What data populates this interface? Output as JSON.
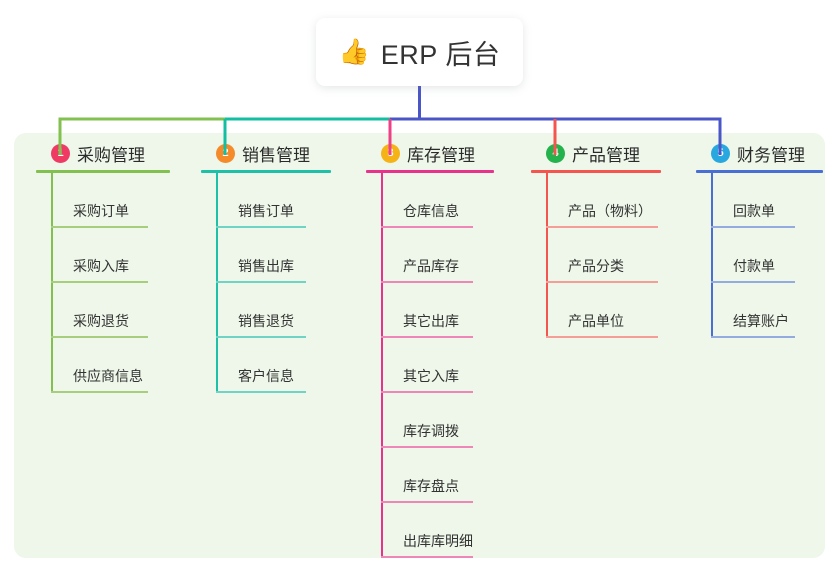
{
  "diagram": {
    "type": "mind-map",
    "title": "ERP 后台",
    "root": {
      "emoji": "👍",
      "emoji_name": "thumbs-up-emoji",
      "label": "ERP 后台"
    },
    "panel_background": "#eef7e9",
    "columns": [
      {
        "number": "1",
        "label": "采购管理",
        "badge_color": "#ef3b63",
        "line_color": "#82c04f",
        "child_line_color": "#a7ce7d",
        "connector_color": "#82c04f",
        "children": [
          "采购订单",
          "采购入库",
          "采购退货",
          "供应商信息"
        ]
      },
      {
        "number": "2",
        "label": "销售管理",
        "badge_color": "#f58a2a",
        "line_color": "#1fc0a8",
        "child_line_color": "#6fd4c4",
        "connector_color": "#12bfa3",
        "children": [
          "销售订单",
          "销售出库",
          "销售退货",
          "客户信息"
        ]
      },
      {
        "number": "3",
        "label": "库存管理",
        "badge_color": "#f5b317",
        "line_color": "#e8338c",
        "child_line_color": "#ef86b8",
        "connector_color": "#ef3f86",
        "children": [
          "仓库信息",
          "产品库存",
          "其它出库",
          "其它入库",
          "库存调拨",
          "库存盘点",
          "出库库明细"
        ]
      },
      {
        "number": "4",
        "label": "产品管理",
        "badge_color": "#23b24b",
        "line_color": "#f4554e",
        "child_line_color": "#f59d97",
        "connector_color": "#f4554e",
        "children": [
          "产品（物料）",
          "产品分类",
          "产品单位"
        ]
      },
      {
        "number": "5",
        "label": "财务管理",
        "badge_color": "#29a8e0",
        "line_color": "#4a6fd4",
        "child_line_color": "#94abe0",
        "connector_color": "#4a56c8",
        "children": [
          "回款单",
          "付款单",
          "结算账户"
        ]
      }
    ],
    "trunk": {
      "color": "#4a56c8",
      "segments": [
        {
          "color": "#82c04f"
        },
        {
          "color": "#12bfa3"
        },
        {
          "color": "#4a56c8"
        }
      ]
    }
  }
}
